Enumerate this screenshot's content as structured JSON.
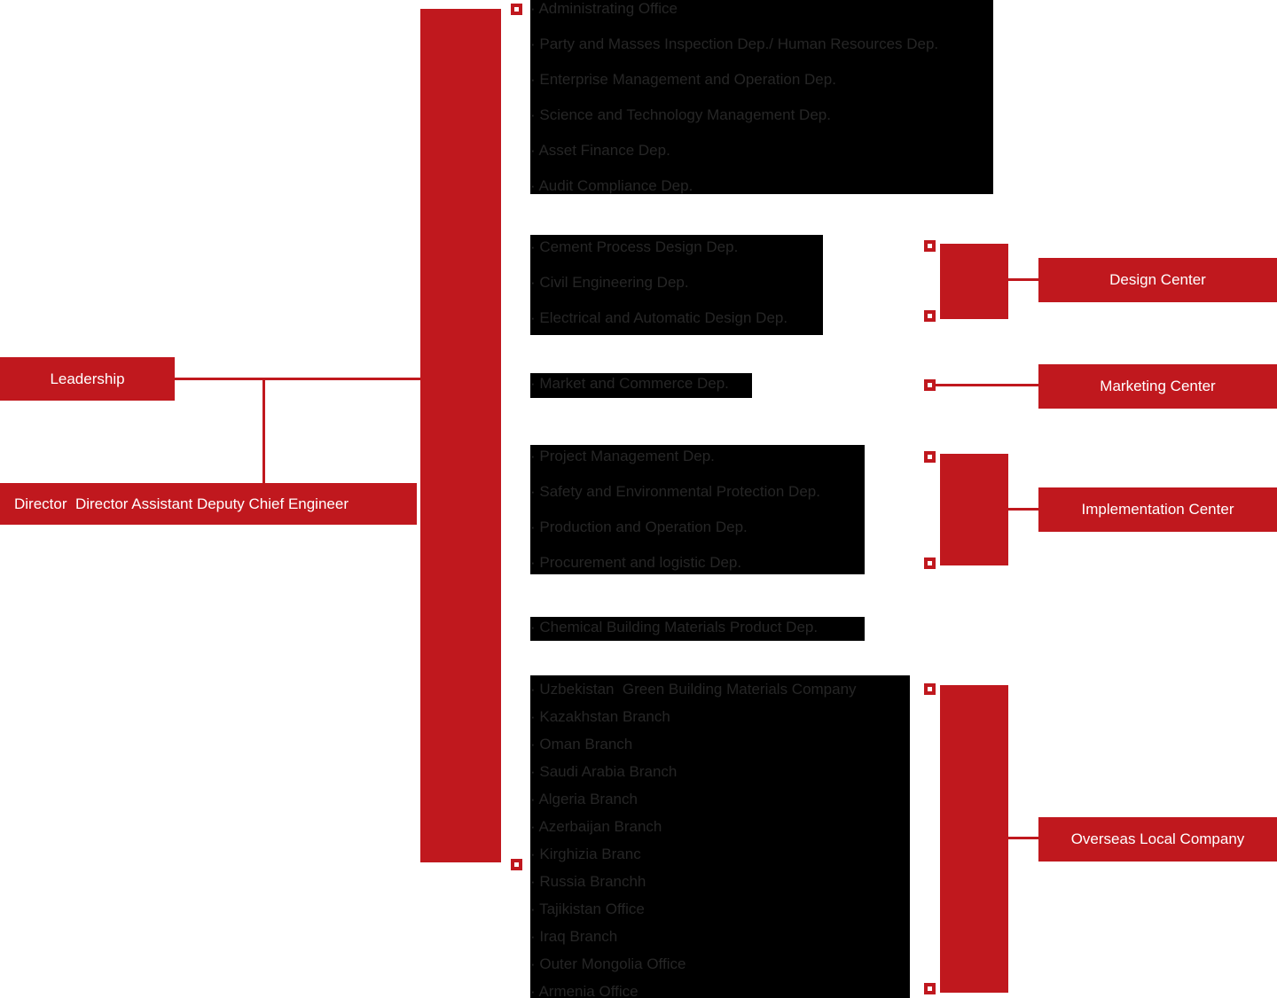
{
  "colors": {
    "accent_red": "#c0181e",
    "group_box_bg": "#000000",
    "group_text": "#262626",
    "label_text": "#ffffff"
  },
  "leadership": {
    "label": "Leadership"
  },
  "director": {
    "label": "Director  Director Assistant Deputy Chief Engineer"
  },
  "department_groups": [
    {
      "id": "headquarters-departments",
      "items": [
        "· Administrating Office",
        "· Party and Masses Inspection Dep./ Human Resources Dep.",
        "· Enterprise Management and Operation Dep.",
        "· Science and Technology Management Dep.",
        "· Asset Finance Dep.",
        "· Audit Compliance Dep."
      ]
    },
    {
      "id": "design-departments",
      "items": [
        "· Cement Process Design Dep.",
        "· Civil Engineering Dep.",
        "· Electrical and Automatic Design Dep."
      ]
    },
    {
      "id": "marketing-departments",
      "items": [
        "· Market and Commerce Dep."
      ]
    },
    {
      "id": "implementation-departments",
      "items": [
        "· Project Management Dep.",
        "· Safety and Environmental Protection Dep.",
        "· Production and Operation Dep.",
        "· Procurement and logistic Dep."
      ]
    },
    {
      "id": "chemical-departments",
      "items": [
        "· Chemical Building Materials Product Dep."
      ]
    },
    {
      "id": "overseas-companies",
      "items": [
        "· Uzbekistan  Green Building Materials Company",
        "· Kazakhstan Branch",
        "· Oman Branch",
        "· Saudi Arabia Branch",
        "· Algeria Branch",
        "· Azerbaijan Branch",
        "· Kirghizia Branc",
        "· Russia Branchh",
        "· Tajikistan Office",
        "· Iraq Branch",
        "· Outer Mongolia Office",
        "· Armenia Office"
      ]
    }
  ],
  "centers": [
    {
      "label": "Design Center"
    },
    {
      "label": "Marketing Center"
    },
    {
      "label": "Implementation Center"
    },
    {
      "label": "Overseas Local Company"
    }
  ]
}
